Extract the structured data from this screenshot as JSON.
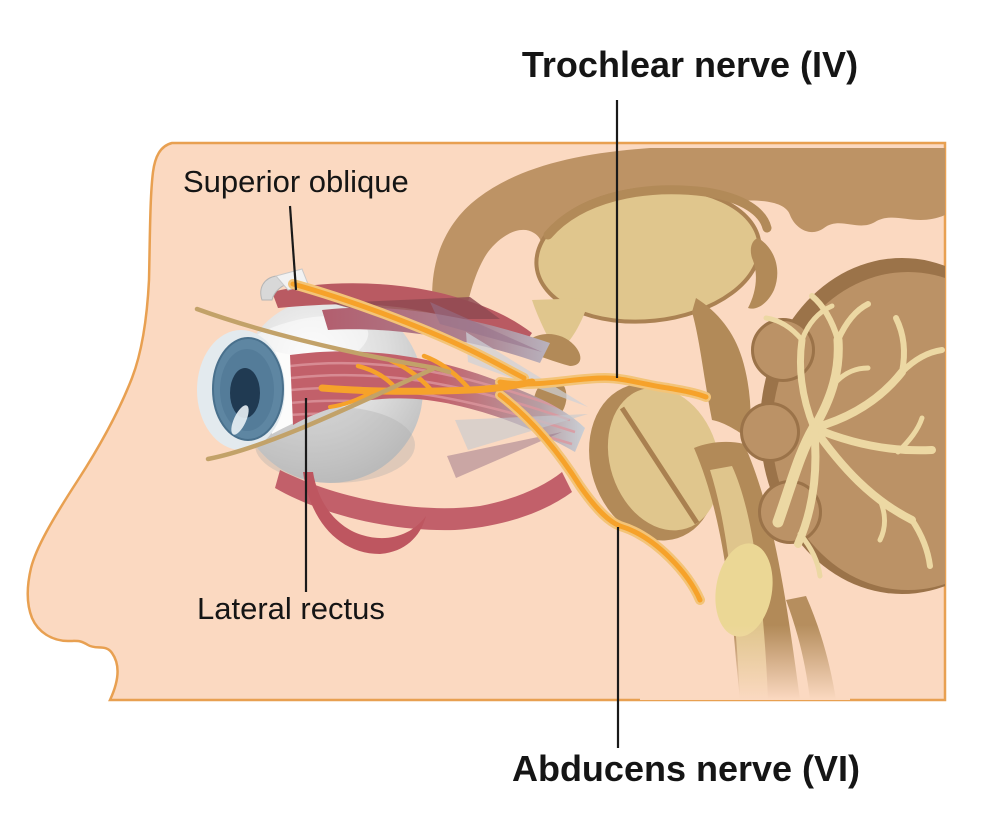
{
  "labels": {
    "trochlear": "Trochlear nerve (IV)",
    "abducens": "Abducens nerve (VI)",
    "superior_oblique": "Superior oblique",
    "lateral_rectus": "Lateral rectus"
  },
  "colors": {
    "skin": "#FBD9C1",
    "skin_outline": "#E8A051",
    "brain_brown": "#BD9365",
    "brain_dark": "#A07749",
    "brain_tan": "#E0C68D",
    "cerebellum": "#BB9266",
    "cerebellum_rim": "#9B7349",
    "arbor": "#ECD8A3",
    "nerve_edge": "#F3C478",
    "nerve_core": "#F6A22A",
    "muscle_red": "#C2606A",
    "muscle_stripe": "#DD979E",
    "iris_blue": "#5E86A2",
    "pupil": "#203A52",
    "eyelid_tan": "#C2A269",
    "leader_line": "#1A1A1A",
    "text": "#151515"
  }
}
